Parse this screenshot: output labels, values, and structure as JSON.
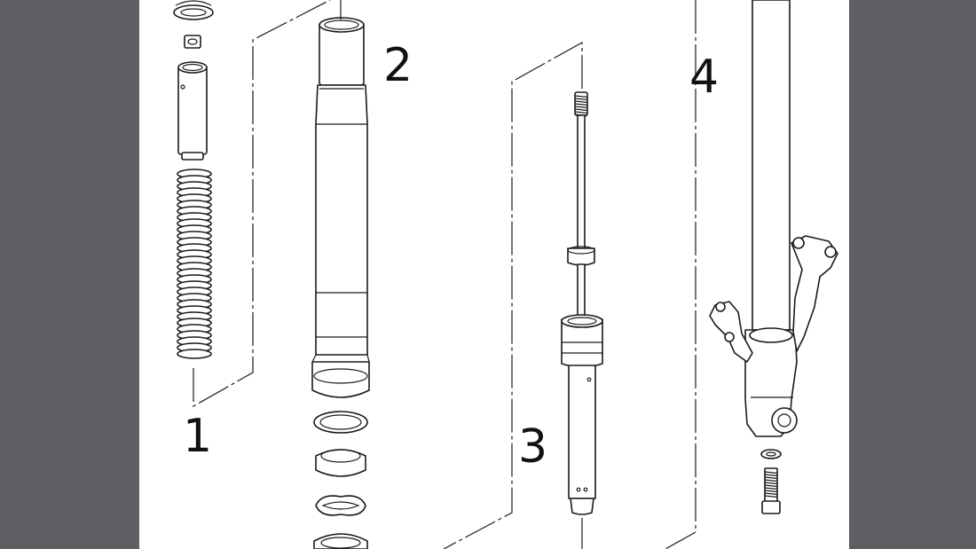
{
  "diagram": {
    "callouts": [
      {
        "id": "1",
        "label": "1"
      },
      {
        "id": "2",
        "label": "2"
      },
      {
        "id": "3",
        "label": "3"
      },
      {
        "id": "4",
        "label": "4"
      }
    ]
  },
  "colors": {
    "background": "#5f5f63",
    "panel": "#ffffff",
    "line": "#1a1a1a"
  }
}
